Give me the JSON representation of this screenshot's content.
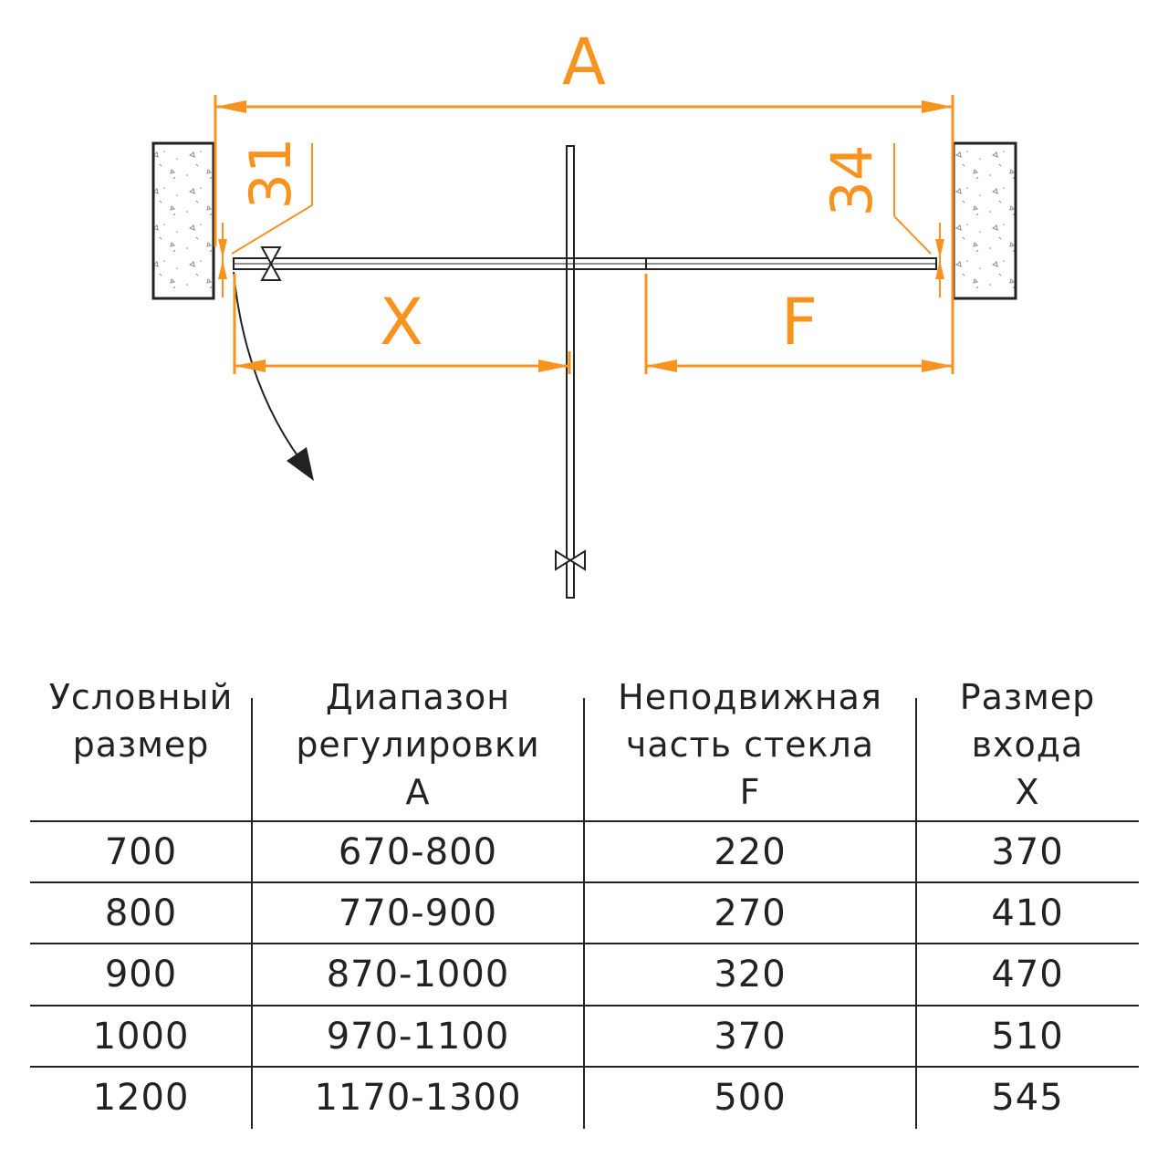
{
  "diagram": {
    "dimensions": {
      "A": "A",
      "X": "X",
      "F": "F",
      "left_gap": "31",
      "right_gap": "34"
    },
    "colors": {
      "dimension": "#F7931E",
      "line": "#222222"
    }
  },
  "table": {
    "headers": [
      {
        "lines": [
          "Условный",
          "размер",
          ""
        ]
      },
      {
        "lines": [
          "Диапазон",
          "регулировки",
          "A"
        ]
      },
      {
        "lines": [
          "Неподвижная",
          "часть стекла",
          "F"
        ]
      },
      {
        "lines": [
          "Размер",
          "входа",
          "X"
        ]
      }
    ],
    "rows": [
      [
        "700",
        "670-800",
        "220",
        "370"
      ],
      [
        "800",
        "770-900",
        "270",
        "410"
      ],
      [
        "900",
        "870-1000",
        "320",
        "470"
      ],
      [
        "1000",
        "970-1100",
        "370",
        "510"
      ],
      [
        "1200",
        "1170-1300",
        "500",
        "545"
      ]
    ]
  }
}
